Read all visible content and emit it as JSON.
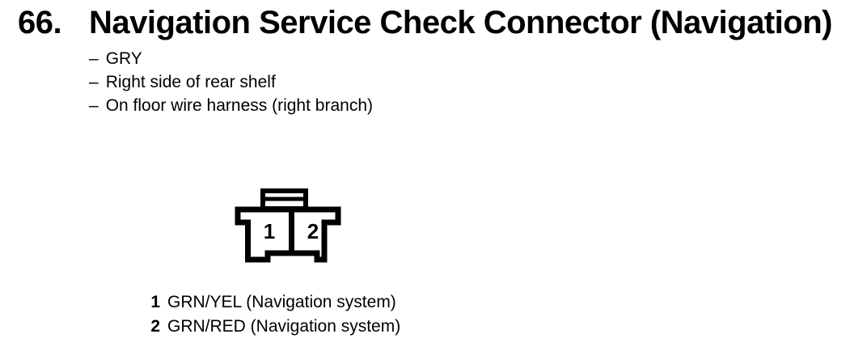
{
  "page": {
    "item_number": "66.",
    "title": "Navigation Service Check Connector (Navigation)"
  },
  "details": {
    "bullet_char": "–",
    "items": [
      "GRY",
      "Right side of rear shelf",
      "On floor wire harness (right branch)"
    ]
  },
  "connector": {
    "type": "2-pin connector, terminal-side view with top lock tab",
    "cavities": [
      {
        "number": "1"
      },
      {
        "number": "2"
      }
    ]
  },
  "pins": [
    {
      "number": "1",
      "label": "GRN/YEL (Navigation system)"
    },
    {
      "number": "2",
      "label": "GRN/RED (Navigation system)"
    }
  ],
  "colors": {
    "ink": "#000000",
    "background": "#ffffff"
  }
}
